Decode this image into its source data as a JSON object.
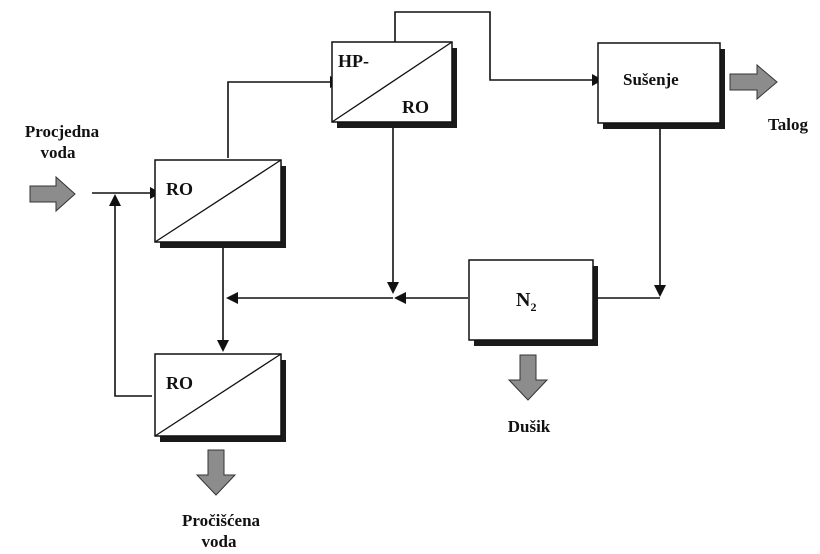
{
  "colors": {
    "line": "#111111",
    "arrow_fill": "#8c8c8c",
    "box_fill": "#ffffff",
    "box_shadow": "#1a1a1a"
  },
  "labels": {
    "feed_line1": "Procjedna",
    "feed_line2": "voda",
    "ro_first": "RO",
    "ro_second": "RO",
    "hp_top": "HP-",
    "hp_bottom": "RO",
    "drying": "Sušenje",
    "sludge": "Talog",
    "nitrogen_main": "N",
    "nitrogen_sub": "2",
    "nitrogen_out": "Dušik",
    "purified_line1": "Pročišćena",
    "purified_line2": "voda"
  }
}
